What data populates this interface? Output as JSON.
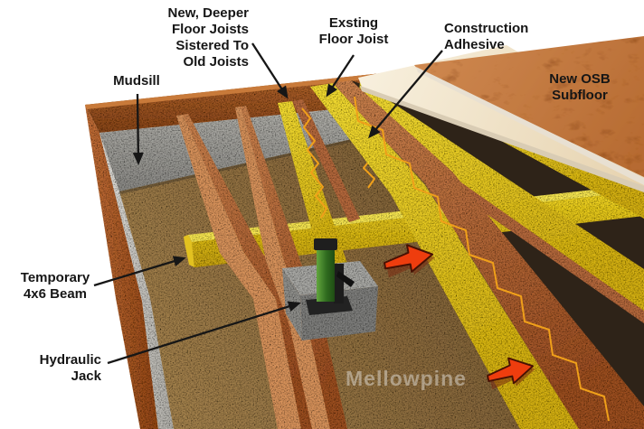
{
  "scene": {
    "watermark": "Mellowpine",
    "labels": {
      "new_joists": "New, Deeper\nFloor Joists\nSistered To\nOld Joists",
      "existing_joist": "Exsting\nFloor Joist",
      "construction_adhesive": "Construction\nAdhesive",
      "new_osb_subfloor": "New OSB\nSubfloor",
      "mudsill": "Mudsill",
      "temporary_beam": "Temporary\n4x6 Beam",
      "hydraulic_jack": "Hydraulic\nJack"
    },
    "colors": {
      "new_joist_yellow": "#f2cf1d",
      "existing_joist_orange": "#c0703f",
      "osb_orange": "#c87d47",
      "existing_subfloor_cream": "#f2e6cd",
      "adhesive_bead_orange": "#f09c15",
      "red_arrow": "#ee3d0e",
      "dirt_brown": "#8a6a3f",
      "concrete_gray": "#9d9c97",
      "label_text": "#161616"
    }
  }
}
